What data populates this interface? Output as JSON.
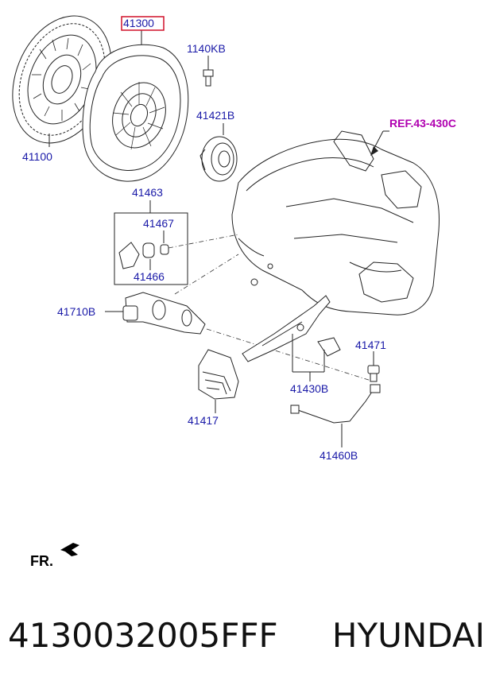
{
  "diagram": {
    "labels": {
      "disc": "41100",
      "cover": "41300",
      "bolt": "1140KB",
      "bearing": "41421B",
      "ref": "REF.43-430C",
      "bracket_group": "41463",
      "bracket_a": "41467",
      "bracket_b": "41466",
      "cylinder": "41710B",
      "fork": "41430B",
      "fitting": "41471",
      "boot": "41417",
      "hose": "41460B"
    },
    "direction_marker": "FR.",
    "highlight_color": "#d0102a",
    "label_color": "#1a1aa8",
    "ref_color": "#b000b0"
  },
  "caption": {
    "part_number": "4130032005FFF",
    "brand": "HYUNDAI"
  }
}
